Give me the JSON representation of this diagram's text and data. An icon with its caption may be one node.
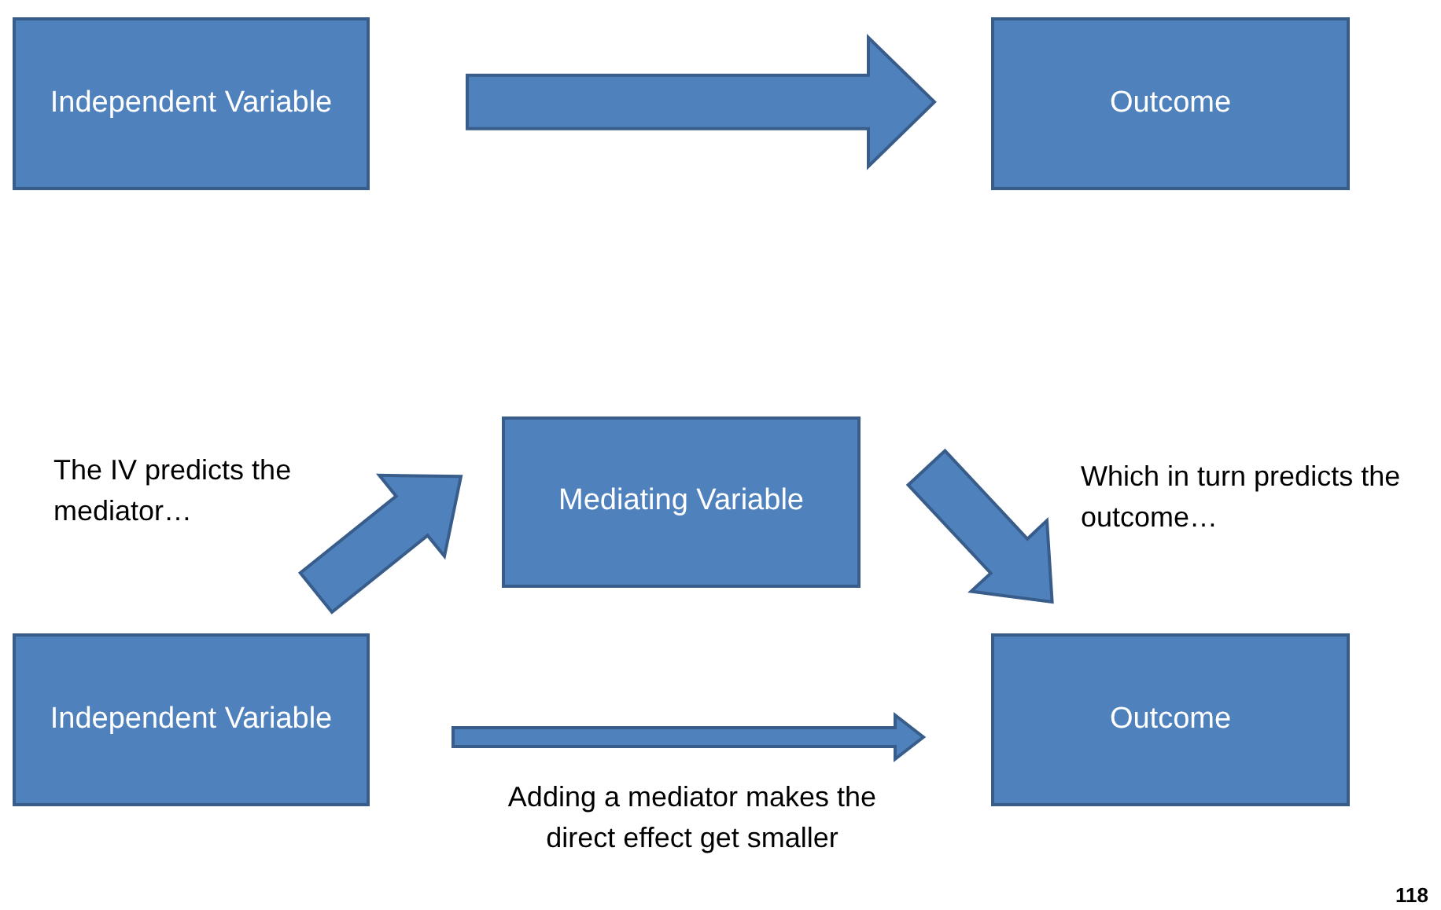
{
  "diagram": {
    "nodes": [
      {
        "text": [
          "Independent Variable"
        ]
      },
      {
        "text": [
          "Outcome"
        ]
      },
      {
        "text": [
          "Mediating Variable"
        ]
      },
      {
        "text": [
          "Independent Variable"
        ]
      },
      {
        "text": [
          "Outcome"
        ]
      }
    ],
    "edges": [
      {
        "from": 0,
        "to": 1,
        "arrow": "to"
      },
      {
        "from": 3,
        "to": 2,
        "arrow": "to",
        "label": "The IV predicts the mediator…"
      },
      {
        "from": 2,
        "to": 4,
        "arrow": "to",
        "label": "Which in turn predicts the outcome…"
      },
      {
        "from": 3,
        "to": 4,
        "arrow": "to",
        "label": "Adding a mediator makes the direct effect get smaller"
      }
    ],
    "labels": [
      "118"
    ]
  }
}
